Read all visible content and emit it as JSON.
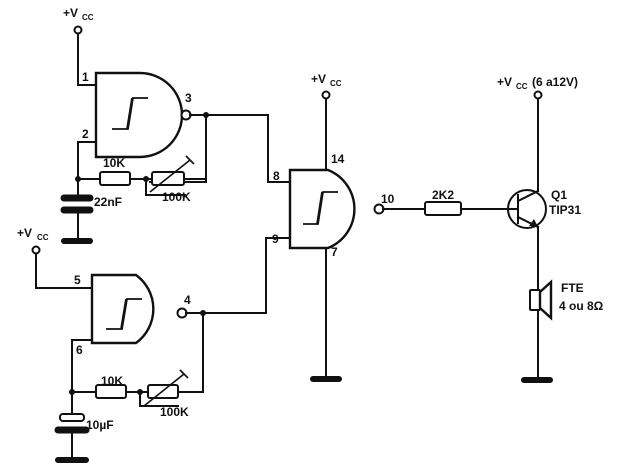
{
  "labels": {
    "vcc_plus": "+V",
    "vcc_sub": "CC",
    "vcc_q1_range": "(6 a12V)",
    "r1": "10K",
    "p1": "100K",
    "c1": "22nF",
    "r2": "10K",
    "p2": "100K",
    "c2": "10µF",
    "r3": "2K2",
    "q1_name": "Q1",
    "q1_type": "TIP31",
    "spk_name": "FTE",
    "spk_imp": "4 ou 8Ω"
  },
  "pins": {
    "g1_in1": "1",
    "g1_in2": "2",
    "g1_out": "3",
    "g2_in1": "5",
    "g2_in2": "6",
    "g2_out": "4",
    "g3_in1": "8",
    "g3_in2": "9",
    "g3_out": "10",
    "g3_vcc": "14",
    "g3_gnd": "7"
  }
}
